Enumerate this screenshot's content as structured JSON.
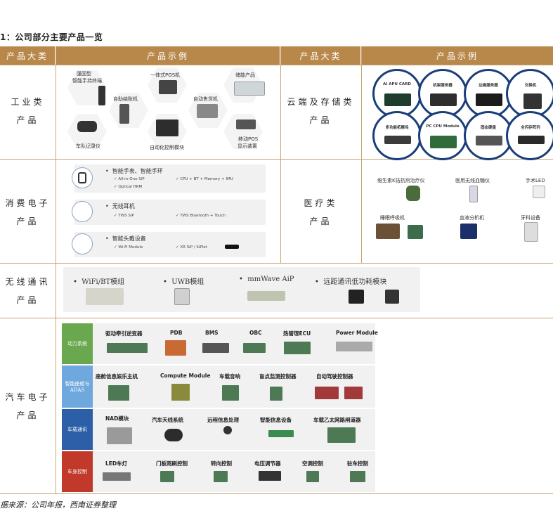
{
  "caption": "1：公司部分主要产品一览",
  "headers": [
    "产品大类",
    "产品示例",
    "产品大类",
    "产品示例"
  ],
  "categories": {
    "industrial": [
      "工业类",
      "产品"
    ],
    "cloud": [
      "云端及存储类",
      "产品"
    ],
    "consumer": [
      "消费电子",
      "产品"
    ],
    "medical": [
      "医疗类",
      "产品"
    ],
    "wireless": [
      "无线通讯",
      "产品"
    ],
    "auto": [
      "汽车电子",
      "产品"
    ]
  },
  "industrial_items": [
    "强固型",
    "智能手持终端",
    "一体式POS机",
    "储能产品",
    "自助结账机",
    "自动售货机",
    "车队记录仪",
    "自动化控制模块",
    "移动POS",
    "显示装置"
  ],
  "cloud_items": [
    "AI APU CARD",
    "机架服务器",
    "边缘服务器",
    "交换机",
    "多功能拓展坞",
    "PC CPU Module",
    "固态硬盘",
    "全闪存阵列"
  ],
  "consumer": {
    "watch_title": "智能手表、智能手环",
    "watch_sub": [
      "✓ All-in-One SiP",
      "✓ CPU + BT + Memory + IMU",
      "✓ Optical HRM"
    ],
    "ear_title": "无线耳机",
    "ear_sub": [
      "✓ TWS SiP",
      "✓ TWS Bluetooth + Touch"
    ],
    "head_title": "智能头戴设备",
    "head_sub": [
      "✓ Wi-Fi Module",
      "✓ XR SiP / SiPlet"
    ]
  },
  "medical_items": [
    "维生素K拮抗剂治疗仪",
    "医用无线血糖仪",
    "手术LED",
    "睡眠呼吸机",
    "血液分析机",
    "牙科设备"
  ],
  "wireless_items": [
    "WiFi/BT模组",
    "UWB模组",
    "mmWave AiP",
    "远距通讯低功耗模块"
  ],
  "auto": {
    "groups": [
      "动力系统",
      "智能座舱与ADAS",
      "车载通讯",
      "车身控制"
    ],
    "power": [
      "驱动牵引逆变器",
      "PDB",
      "BMS",
      "OBC",
      "热管理ECU",
      "Power Module"
    ],
    "cockpit": [
      "座舱信息娱乐主机",
      "Compute Module",
      "车载音响",
      "盲点监测控制器",
      "自动驾驶控制器"
    ],
    "comm": [
      "NAD模块",
      "汽车天线系统",
      "远程信息处理",
      "智能信息设备",
      "车载乙太网路闸道器"
    ],
    "body": [
      "LED车灯",
      "门板雨刷控制",
      "转向控制",
      "电压调节器",
      "空调控制",
      "驻车控制"
    ]
  },
  "footnote": "据来源：公司年报，西南证券整理",
  "colors": {
    "header": "#b8874a",
    "grid": "#c9a470",
    "power": "#6aa84f",
    "cockpit": "#6fa8dc",
    "comm": "#2d5fa8",
    "body": "#c0392b"
  }
}
